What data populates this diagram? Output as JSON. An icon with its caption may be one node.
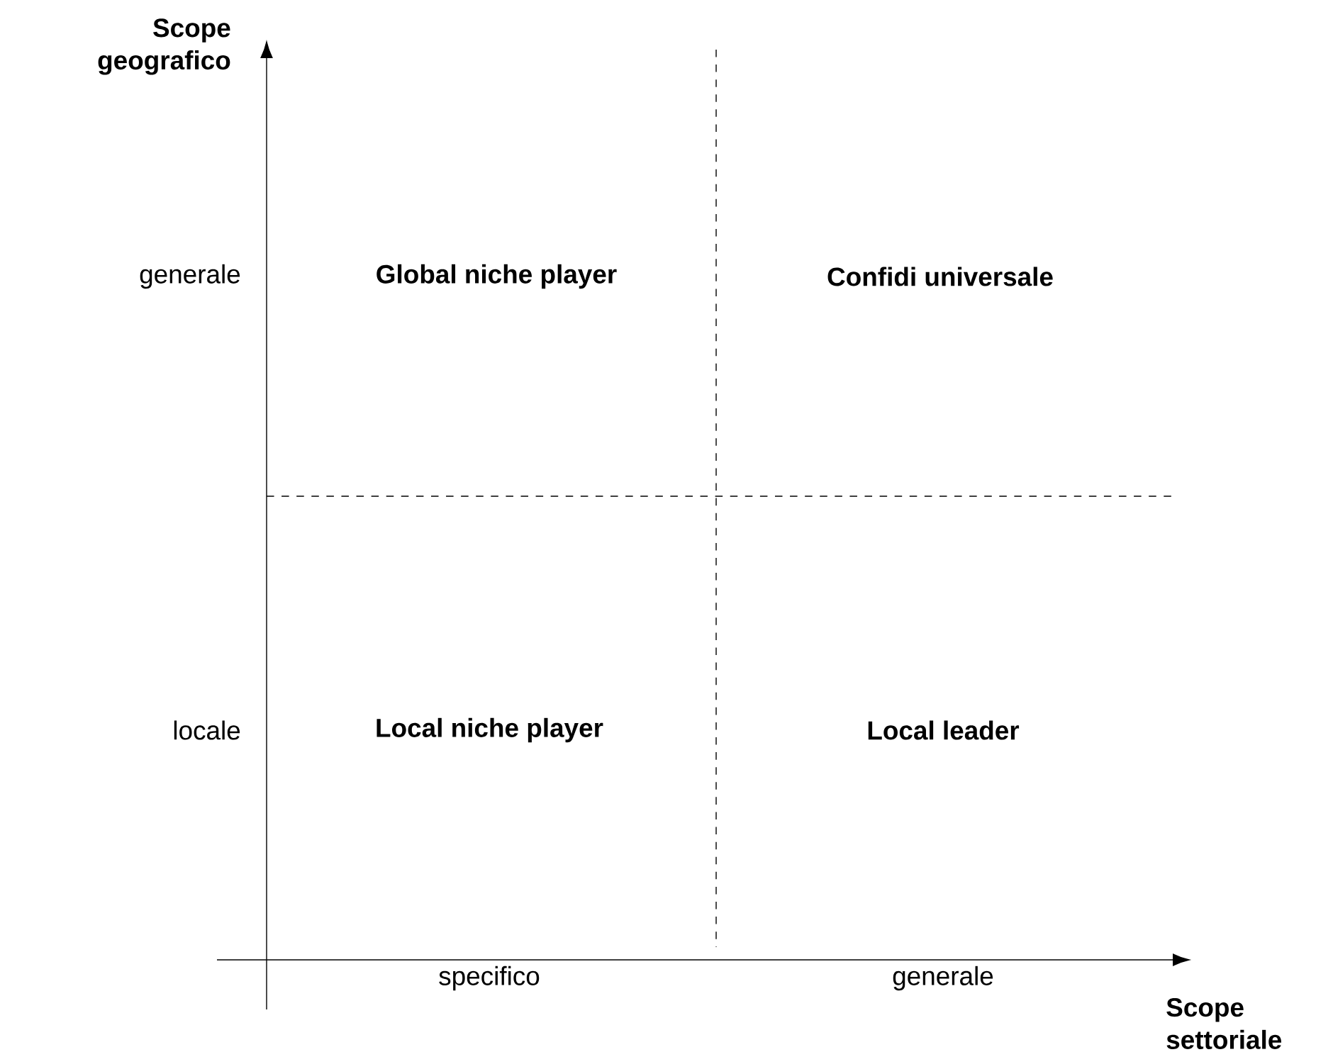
{
  "diagram": {
    "labels": [
      "Scope geografico",
      "generale",
      "Global niche player",
      "Confidi universale",
      "locale",
      "Local niche player",
      "Local leader",
      "specifico",
      "generale",
      "Scope settoriale"
    ]
  }
}
